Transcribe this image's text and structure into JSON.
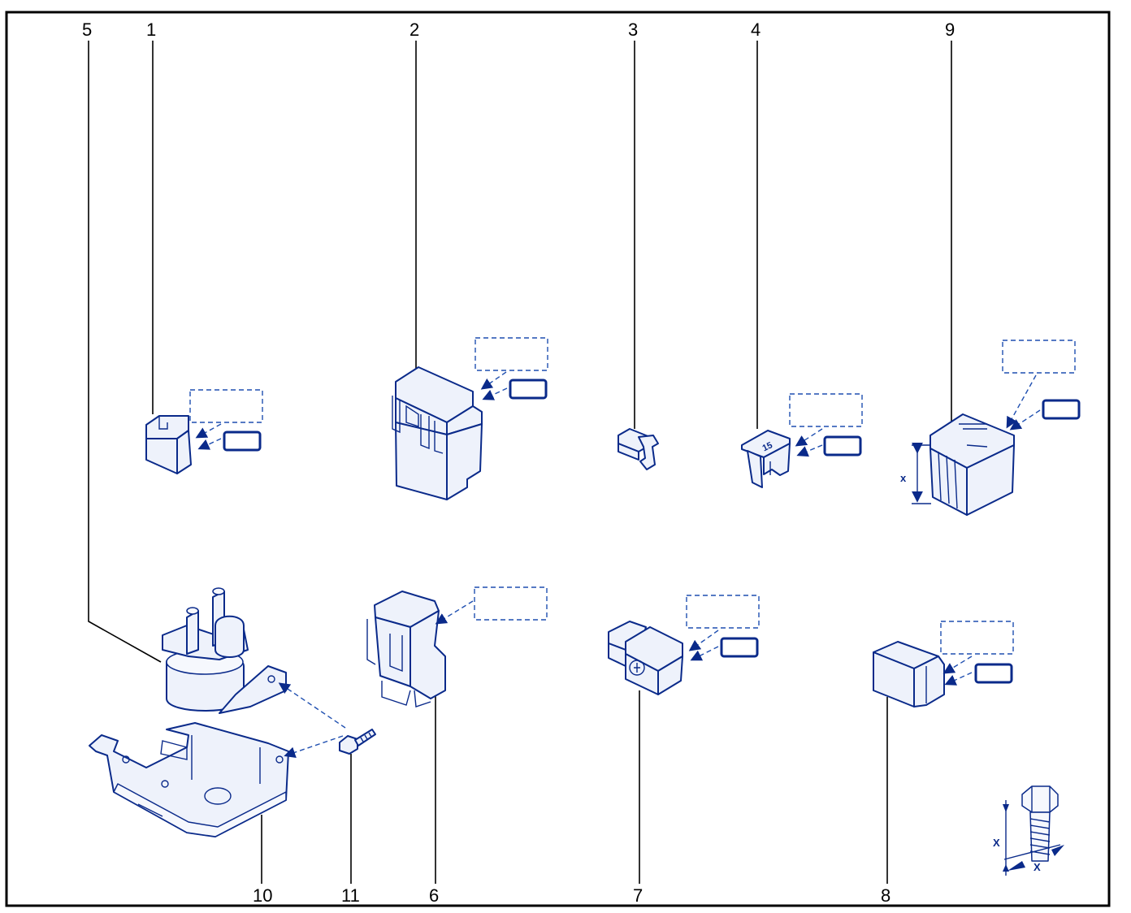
{
  "callouts": [
    {
      "id": "5",
      "text": "5"
    },
    {
      "id": "1",
      "text": "1"
    },
    {
      "id": "2",
      "text": "2"
    },
    {
      "id": "3",
      "text": "3"
    },
    {
      "id": "4",
      "text": "4"
    },
    {
      "id": "9",
      "text": "9"
    },
    {
      "id": "10",
      "text": "10"
    },
    {
      "id": "11",
      "text": "11"
    },
    {
      "id": "6",
      "text": "6"
    },
    {
      "id": "7",
      "text": "7"
    },
    {
      "id": "8",
      "text": "8"
    }
  ],
  "fuse_marking": "15",
  "dimension_mark": "x",
  "torque_marks": [
    "X",
    "X"
  ],
  "colors": {
    "part_outline": "#0a2a8a",
    "dashed_reference": "#1f4fb0",
    "leader_lines": "#000000",
    "border": "#000000"
  }
}
